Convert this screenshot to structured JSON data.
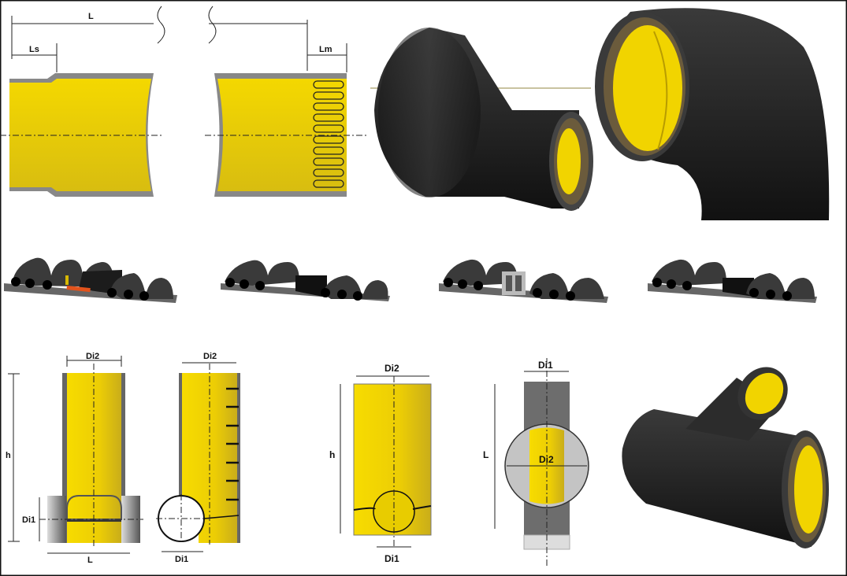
{
  "pipe_diagram": {
    "length_label": "L",
    "spigot_label": "Ls",
    "socket_label": "Lm"
  },
  "manhole_front": {
    "top_diameter_label": "Di2",
    "height_label": "h",
    "inlet_diameter_label": "Di1",
    "length_label": "L"
  },
  "manhole_side": {
    "top_diameter_label": "Di2",
    "inlet_diameter_label": "Di1"
  },
  "manhole_simple": {
    "top_diameter_label": "Di2",
    "height_label": "h",
    "inlet_diameter_label": "Di1"
  },
  "tee_section": {
    "top_diameter_label": "Di1",
    "circle_diameter_label": "Di2",
    "length_label": "L"
  },
  "colors": {
    "yellow": "#f2d200",
    "dark": "#2a2a2a",
    "gray": "#777777",
    "orange": "#e2531c"
  }
}
